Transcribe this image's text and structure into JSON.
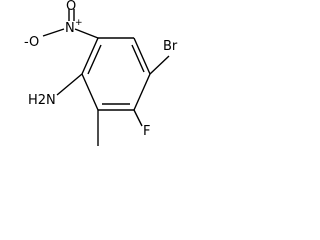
{
  "molecule": {
    "atoms": {
      "oxygen_top": "O",
      "nitro_nitrogen": "N",
      "nitro_plus": "+",
      "oxygen_minus": "-O",
      "bromine": "Br",
      "fluorine": "F",
      "amine": "H2N"
    }
  }
}
